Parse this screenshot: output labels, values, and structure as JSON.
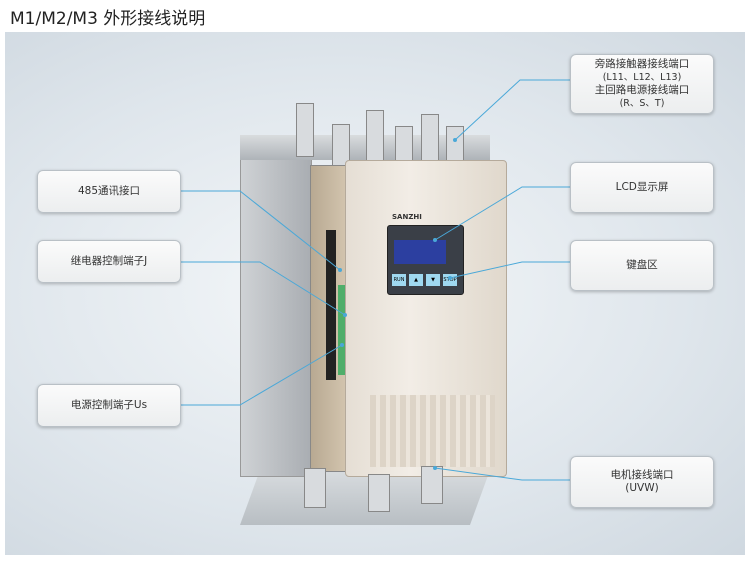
{
  "title": "M1/M2/M3 外形接线说明",
  "callouts": {
    "bypass": {
      "line1": "旁路接触器接线端口",
      "line2": "(L11、L12、L13)",
      "line3": "主回路电源接线端口",
      "line4": "(R、S、T)"
    },
    "lcd": "LCD显示屏",
    "keypad": "键盘区",
    "motor": {
      "line1": "电机接线端口",
      "line2": "(UVW)"
    },
    "rs485": "485通讯接口",
    "relay": "继电器控制端子J",
    "power": "电源控制端子Us"
  },
  "device": {
    "brand": "SANZHI",
    "keys": [
      "RUN",
      "▲",
      "▼",
      "STOP"
    ]
  },
  "colors": {
    "line": "#4aa8d8",
    "device_body": "#ece6de",
    "heatsink": "#c9ccd0"
  }
}
